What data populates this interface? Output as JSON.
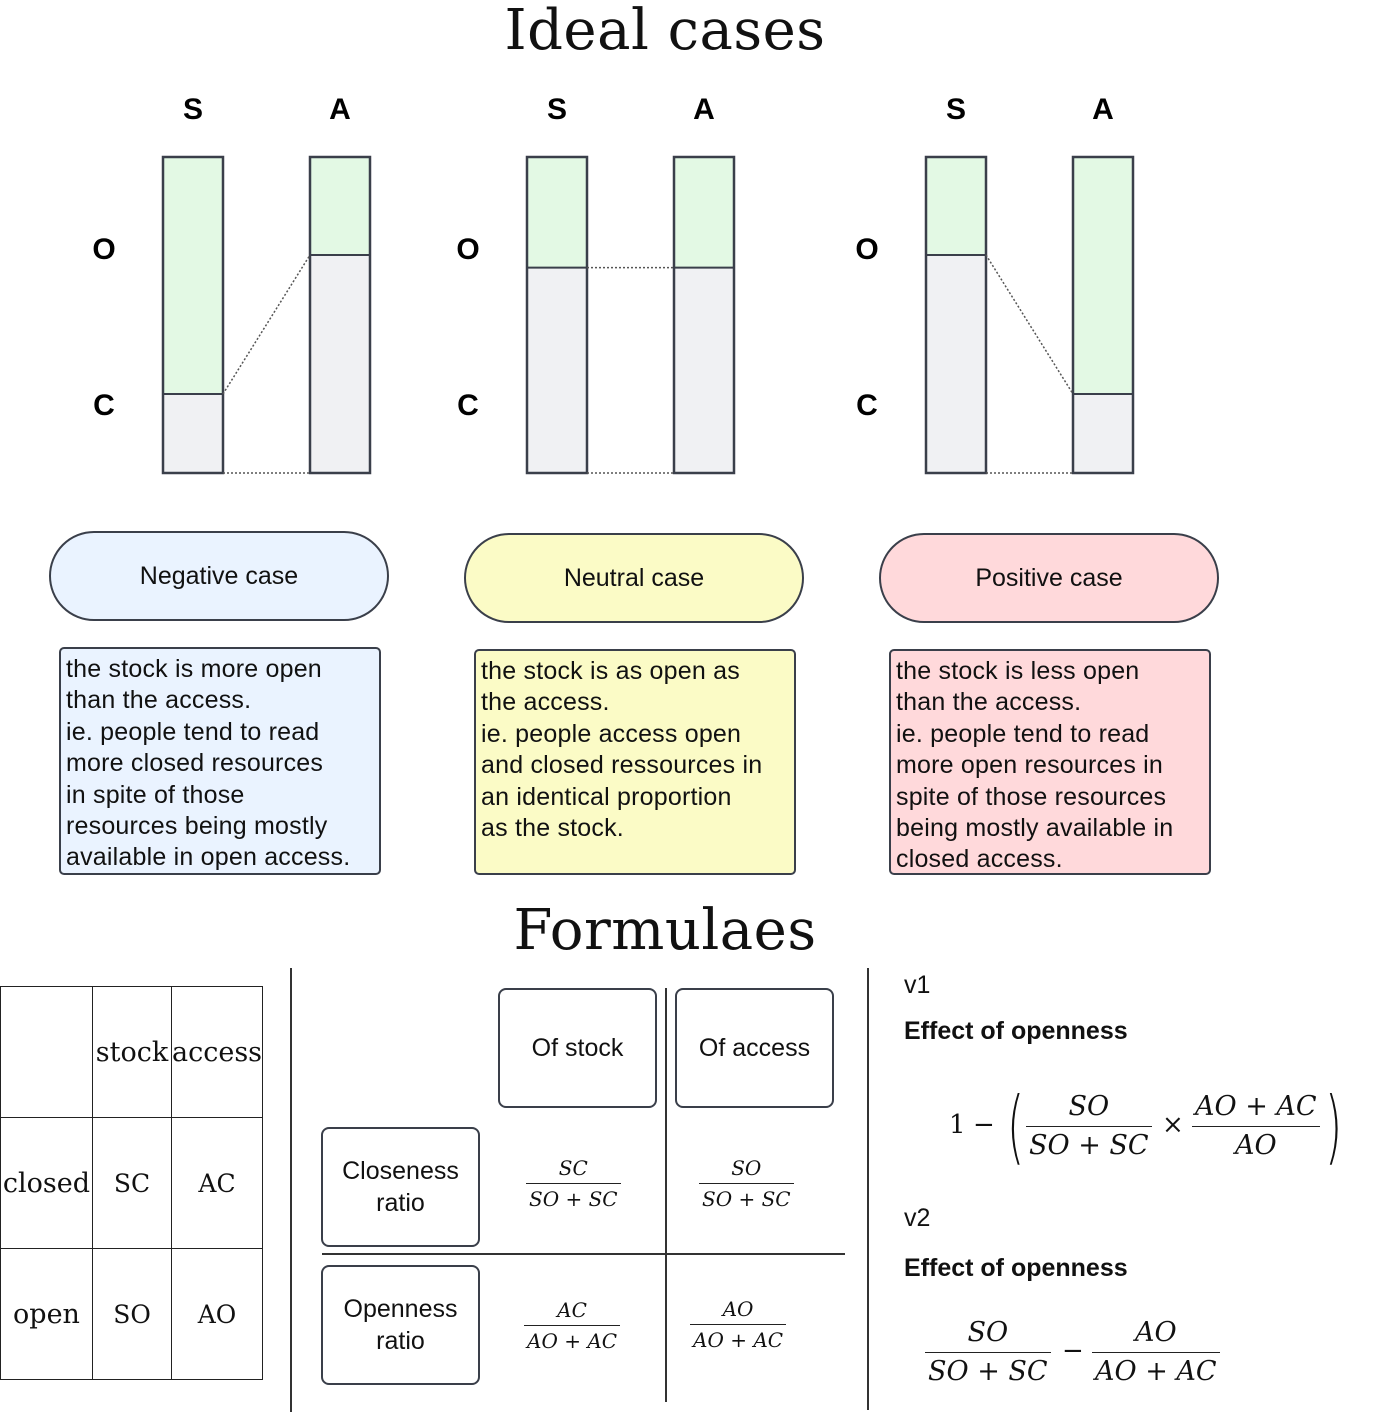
{
  "ideal": {
    "title": "Ideal cases",
    "row_open": "O",
    "row_closed": "C",
    "col_stock": "S",
    "col_access": "A",
    "panels": [
      {
        "label": "Negative case",
        "stock_open_share": 0.75,
        "access_open_share": 0.31,
        "color": "#eaf3ff",
        "desc": [
          "the stock is more open",
          "than the access.",
          "ie. people tend to read",
          "more closed resources",
          "in spite of those",
          "resources being mostly",
          "available in open access."
        ]
      },
      {
        "label": "Neutral case",
        "stock_open_share": 0.35,
        "access_open_share": 0.35,
        "color": "#fbfbc6",
        "desc": [
          "the stock is as open as",
          "the access.",
          "ie. people access open",
          "and closed ressources in",
          "an identical proportion",
          "as the stock."
        ]
      },
      {
        "label": "Positive case",
        "stock_open_share": 0.31,
        "access_open_share": 0.75,
        "color": "#ffd9db",
        "desc": [
          "the stock is less open",
          "than the access.",
          "ie. people tend to read",
          "more open resources in",
          "spite of those resources",
          "being mostly available in",
          "closed access."
        ]
      }
    ]
  },
  "formulae": {
    "title": "Formulaes",
    "table": {
      "headers": [
        "",
        "stock",
        "access"
      ],
      "rows": [
        [
          "closed",
          "SC",
          "AC"
        ],
        [
          "open",
          "SO",
          "AO"
        ]
      ]
    },
    "ratios": {
      "col_stock": "Of stock",
      "col_access": "Of access",
      "row_closeness": "Closeness ratio",
      "row_openness": "Openness ratio",
      "closeness_stock": {
        "num": "SC",
        "den": "SO + SC"
      },
      "closeness_access": {
        "num": "SO",
        "den": "SO + SC"
      },
      "openness_stock": {
        "num": "AC",
        "den": "AO + AC"
      },
      "openness_access": {
        "num": "AO",
        "den": "AO + AC"
      }
    },
    "v1": {
      "label": "v1",
      "heading": "Effect of openness",
      "one": "1",
      "minus": "−",
      "times": "×",
      "frac1": {
        "num": "SO",
        "den": "SO + SC"
      },
      "frac2": {
        "num": "AO + AC",
        "den": "AO"
      }
    },
    "v2": {
      "label": "v2",
      "heading": "Effect of openness",
      "minus": "−",
      "frac1": {
        "num": "SO",
        "den": "SO + SC"
      },
      "frac2": {
        "num": "AO",
        "den": "AO + AC"
      }
    }
  }
}
